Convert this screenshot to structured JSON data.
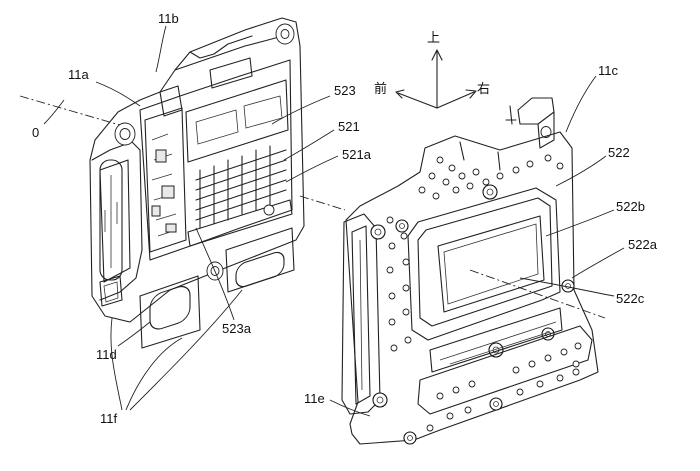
{
  "directions": {
    "up": "上",
    "front": "前",
    "right": "右"
  },
  "labels": {
    "l11b": "11b",
    "l11a": "11a",
    "l523": "523",
    "l521": "521",
    "l521a": "521a",
    "l0": "0",
    "l11c": "11c",
    "l522": "522",
    "l522b": "522b",
    "l522a": "522a",
    "l522c": "522c",
    "l523a": "523a",
    "l11d": "11d",
    "l11e": "11e",
    "l11f": "11f"
  }
}
